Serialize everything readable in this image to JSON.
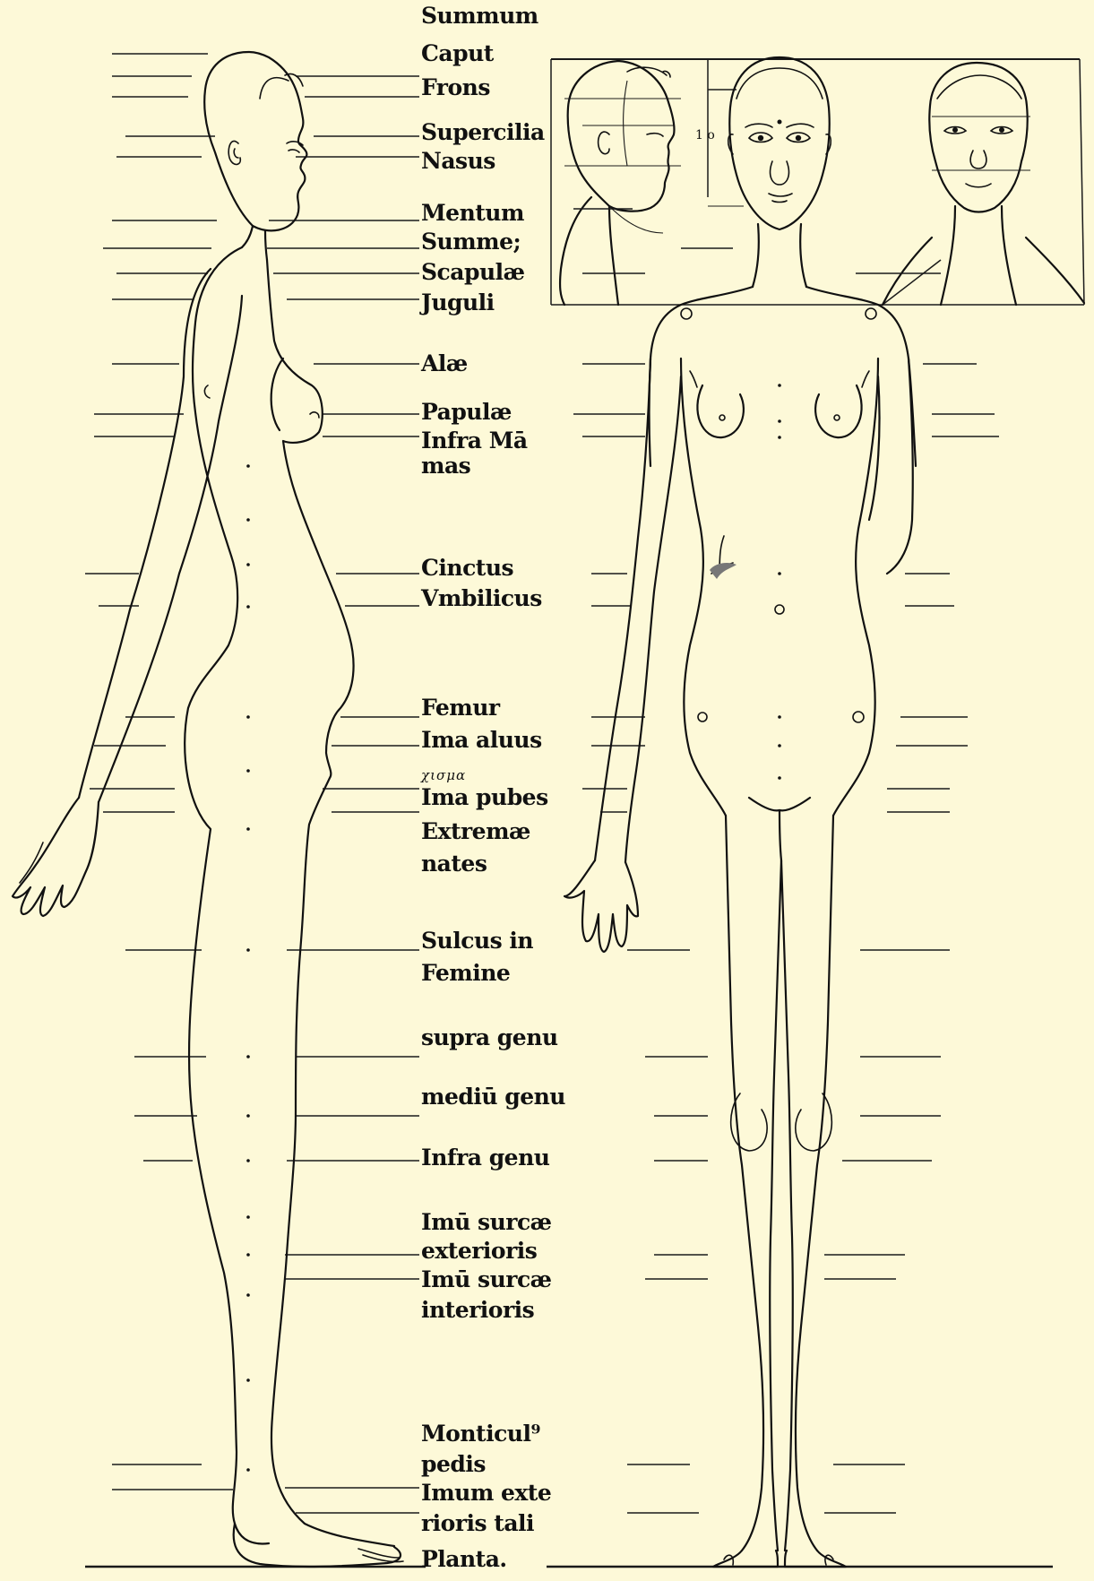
{
  "labels": [
    {
      "text": "Summum"
    },
    {
      "text": "Caput"
    },
    {
      "text": "Frons"
    },
    {
      "text": "Supercilia"
    },
    {
      "text": "Nasus"
    },
    {
      "text": "Mentum"
    },
    {
      "text": "Summe;"
    },
    {
      "text": "Scapulæ"
    },
    {
      "text": "Juguli"
    },
    {
      "text": "Alæ"
    },
    {
      "text": "Papulæ"
    },
    {
      "text": "Infra Mā"
    },
    {
      "text": "mas"
    },
    {
      "text": "Cinctus"
    },
    {
      "text": "Vmbilicus"
    },
    {
      "text": "Femur"
    },
    {
      "text": "Ima aluus"
    },
    {
      "text": "χισμα"
    },
    {
      "text": "Ima pubes"
    },
    {
      "text": "Extremæ"
    },
    {
      "text": "nates"
    },
    {
      "text": "Sulcus in"
    },
    {
      "text": "Femine"
    },
    {
      "text": "supra genu"
    },
    {
      "text": "mediū genu"
    },
    {
      "text": "Infra genu"
    },
    {
      "text": "Imū surcæ"
    },
    {
      "text": "exterioris"
    },
    {
      "text": "Imū surcæ"
    },
    {
      "text": "interioris"
    },
    {
      "text": "Monticul⁹"
    },
    {
      "text": "pedis"
    },
    {
      "text": "Imum exte"
    },
    {
      "text": "rioris tali"
    },
    {
      "text": "Planta."
    }
  ],
  "inset_marker": "1 o"
}
